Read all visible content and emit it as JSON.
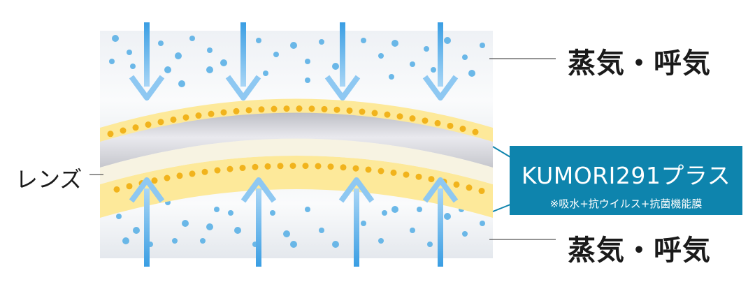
{
  "labels": {
    "steam_top": "蒸気・呼気",
    "steam_bottom": "蒸気・呼気",
    "lens": "レンズ",
    "product_name": "KUMORI291プラス",
    "product_note": "※吸水+抗ウイルス+抗菌機能膜"
  },
  "colors": {
    "steam_band": "#e8ecf1",
    "droplet": "#5bb0e6",
    "arrow": "#48a6e6",
    "coating": "#fde99a",
    "coating_dot": "#f1b31c",
    "lens": "#c9c9cf",
    "product_box": "#0e84ad"
  },
  "icons": {
    "arrow": "arrow-down-icon",
    "arrow_up": "arrow-up-icon"
  }
}
